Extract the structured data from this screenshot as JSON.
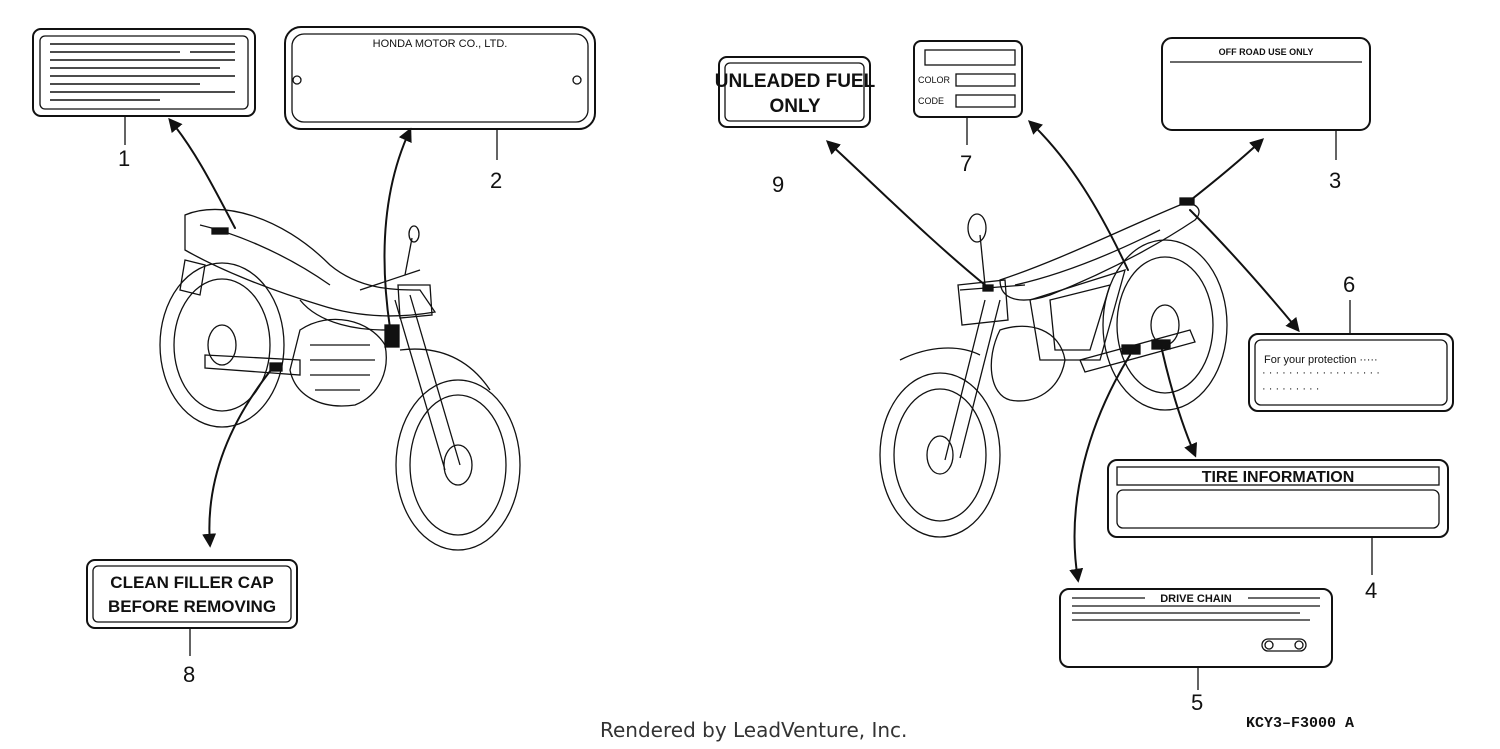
{
  "callouts": {
    "n1": "1",
    "n2": "2",
    "n3": "3",
    "n4": "4",
    "n5": "5",
    "n6": "6",
    "n7": "7",
    "n8": "8",
    "n9": "9"
  },
  "labels": {
    "caution_plate": "HONDA MOTOR CO., LTD.",
    "off_road": "OFF ROAD USE ONLY",
    "color": "COLOR",
    "code": "CODE",
    "unleaded_line1": "UNLEADED FUEL",
    "unleaded_line2": "ONLY",
    "protection": "For your protection ·····",
    "tire_info": "TIRE  INFORMATION",
    "drive_chain": "DRIVE CHAIN",
    "filler_line1": "CLEAN FILLER CAP",
    "filler_line2": "BEFORE REMOVING"
  },
  "diagram_code": "KCY3–F3000 A",
  "footer": "Rendered by LeadVenture, Inc.",
  "icons": {
    "motorcycle_left": "motorcycle-left-side-icon",
    "motorcycle_right": "motorcycle-right-side-icon"
  }
}
